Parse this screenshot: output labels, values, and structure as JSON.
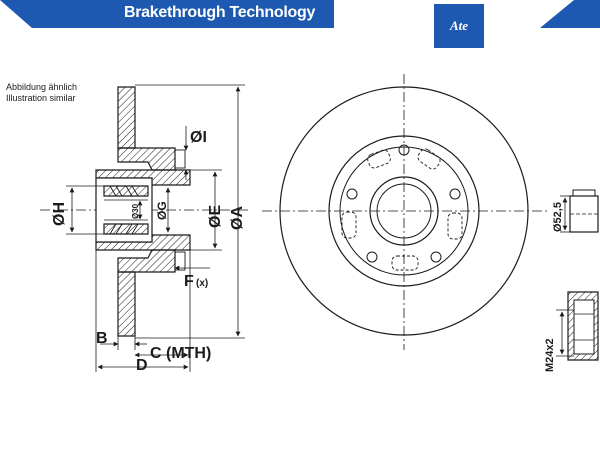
{
  "header": {
    "brand_bold": "Brake",
    "brand_rest": "through Technology",
    "logo_text": "Ate"
  },
  "note": {
    "line1": "Abbildung ähnlich",
    "line2": "Illustration similar"
  },
  "dimensions": {
    "oA": "ØA",
    "oE": "ØE",
    "oG": "ØG",
    "o30": "Ø30",
    "oH": "ØH",
    "oI": "ØI",
    "F": "F",
    "F_suffix": "(x)",
    "B": "B",
    "C": "C (MTH)",
    "D": "D",
    "o52": "Ø52,5",
    "M24": "M24x2"
  },
  "colors": {
    "banner": "#1d59b0",
    "line": "#1b1b1b",
    "hatch": "#1b1b1b"
  }
}
